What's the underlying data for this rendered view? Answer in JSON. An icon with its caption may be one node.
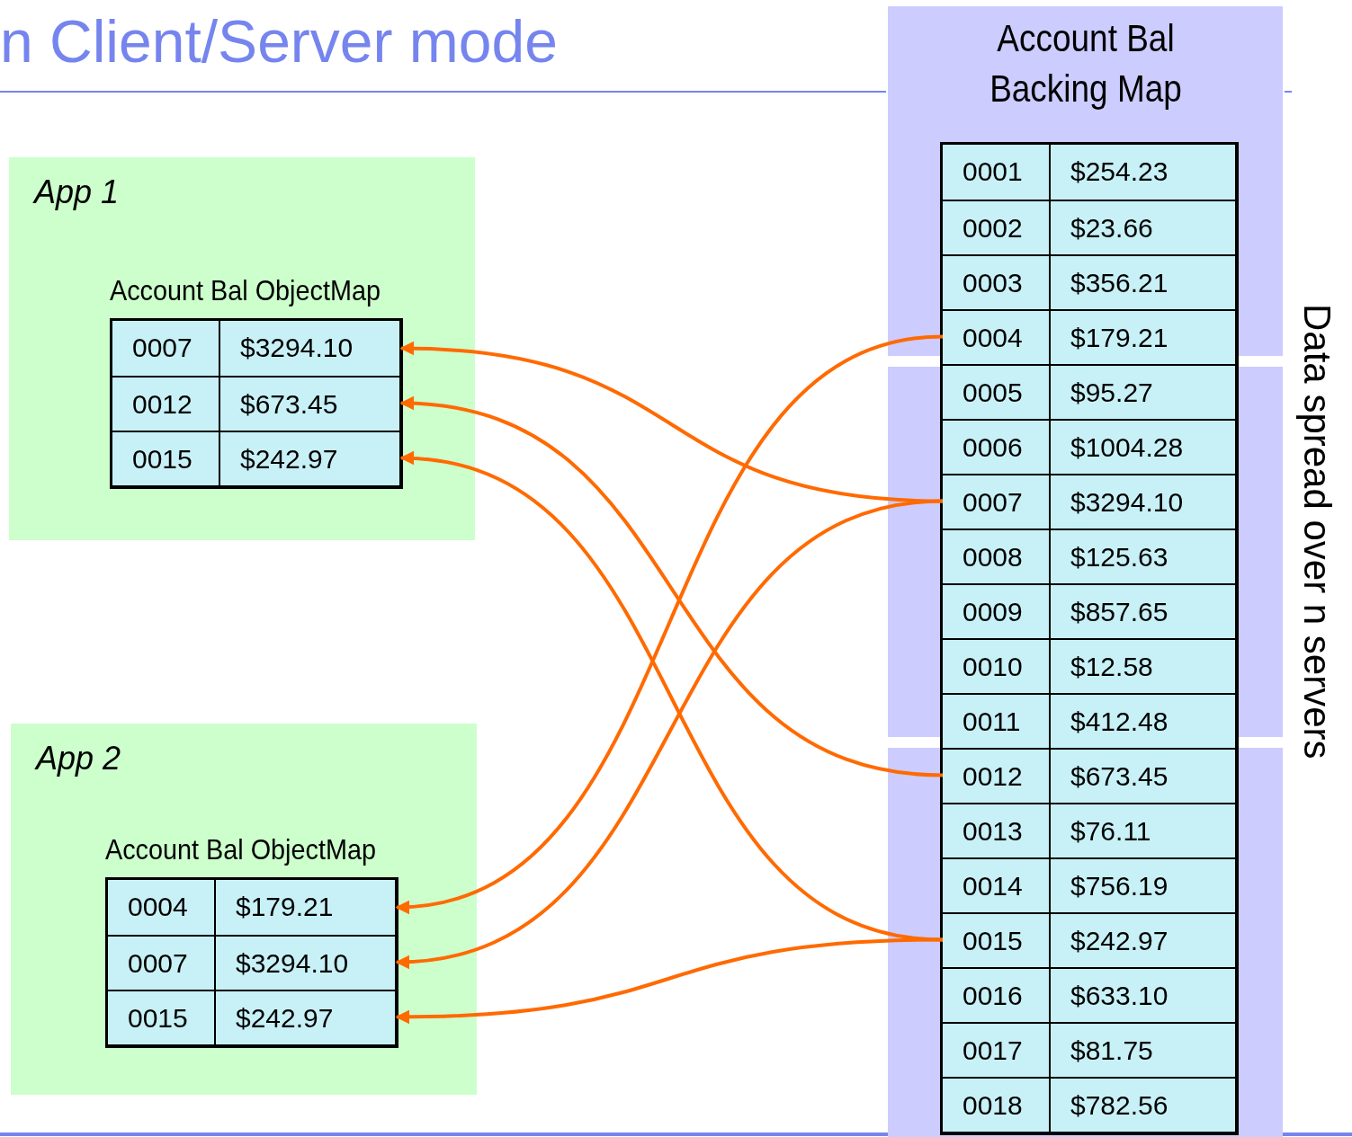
{
  "diagram": {
    "title": "n Client/Server mode",
    "nodes": [
      {
        "text": [
          "App 1"
        ]
      },
      {
        "text": [
          "Account Bal ObjectMap"
        ],
        "in": 0
      },
      {
        "text": [
          "0007",
          "$3294.10"
        ],
        "in": 1
      },
      {
        "text": [
          "0012",
          "$673.45"
        ],
        "in": 1
      },
      {
        "text": [
          "0015",
          "$242.97"
        ],
        "in": 1
      },
      {
        "text": [
          "App 2"
        ]
      },
      {
        "text": [
          "Account Bal ObjectMap"
        ],
        "in": 5
      },
      {
        "text": [
          "0004",
          "$179.21"
        ],
        "in": 6
      },
      {
        "text": [
          "0007",
          "$3294.10"
        ],
        "in": 6
      },
      {
        "text": [
          "0015",
          "$242.97"
        ],
        "in": 6
      },
      {
        "text": [
          "Account Bal Backing Map"
        ]
      },
      {
        "text": [],
        "shape": "box",
        "in": 10
      },
      {
        "text": [
          "0001",
          "$254.23"
        ],
        "in": 11
      },
      {
        "text": [
          "0002",
          "$23.66"
        ],
        "in": 11
      },
      {
        "text": [
          "0003",
          "$356.21"
        ],
        "in": 11
      },
      {
        "text": [
          "0004",
          "$179.21"
        ],
        "in": 11
      },
      {
        "text": [
          "0005",
          "$95.27"
        ],
        "in": 11
      },
      {
        "text": [
          "0006",
          "$1004.28"
        ],
        "in": 11
      },
      {
        "text": [
          "0007",
          "$3294.10"
        ],
        "in": 11
      },
      {
        "text": [
          "0008",
          "$125.63"
        ],
        "in": 11
      },
      {
        "text": [
          "0009",
          "$857.65"
        ],
        "in": 11
      },
      {
        "text": [
          "0010",
          "$12.58"
        ],
        "in": 11
      },
      {
        "text": [
          "0011",
          "$412.48"
        ],
        "in": 11
      },
      {
        "text": [
          "0012",
          "$673.45"
        ],
        "in": 11
      },
      {
        "text": [
          "0013",
          "$76.11"
        ],
        "in": 11
      },
      {
        "text": [
          "0014",
          "$756.19"
        ],
        "in": 11
      },
      {
        "text": [
          "0015",
          "$242.97"
        ],
        "in": 11
      },
      {
        "text": [
          "0016",
          "$633.10"
        ],
        "in": 11
      },
      {
        "text": [
          "0017",
          "$81.75"
        ],
        "in": 11
      },
      {
        "text": [
          "0018",
          "$782.56"
        ],
        "in": 11
      }
    ],
    "edges": [
      {
        "from": 18,
        "to": 2,
        "arrow": "to"
      },
      {
        "from": 23,
        "to": 3,
        "arrow": "to"
      },
      {
        "from": 26,
        "to": 4,
        "arrow": "to"
      },
      {
        "from": 15,
        "to": 7,
        "arrow": "to"
      },
      {
        "from": 18,
        "to": 8,
        "arrow": "to"
      },
      {
        "from": 26,
        "to": 9,
        "arrow": "to"
      }
    ],
    "labels": [
      "Data spread over n servers"
    ]
  }
}
